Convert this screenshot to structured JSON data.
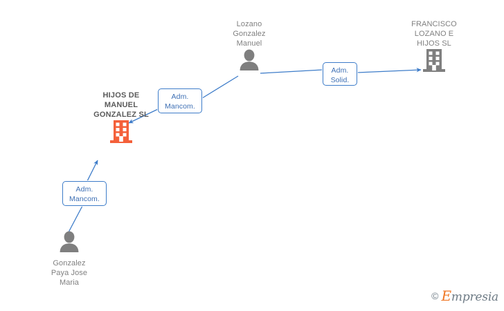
{
  "diagram": {
    "title": "HIJOS DE MANUEL GONZALEZ SL corporate relations chart",
    "colors": {
      "edge": "#3d7cc9",
      "relation_box_border": "#3d7cc9",
      "relation_box_text": "#3d6fb4",
      "node_text": "#808080",
      "primary_node_text": "#5a5a5a",
      "company_icon_primary": "#f4603a",
      "company_icon_secondary": "#7f7f7f",
      "person_icon": "#7f7f7f",
      "background": "#ffffff"
    },
    "nodes": [
      {
        "id": "lozano-gonzalez-manuel",
        "label": "Lozano\nGonzalez\nManuel",
        "icon": "person-icon",
        "type": "person",
        "label_position": "above"
      },
      {
        "id": "francisco-lozano-e-hijos-sl",
        "label": "FRANCISCO\nLOZANO E\nHIJOS SL",
        "icon": "company-building-icon",
        "type": "company",
        "label_position": "above"
      },
      {
        "id": "hijos-de-manuel-gonzalez-sl",
        "label": "HIJOS DE\nMANUEL\nGONZALEZ SL",
        "icon": "company-building-icon",
        "type": "company",
        "label_position": "above",
        "primary": true
      },
      {
        "id": "gonzalez-paya-jose-maria",
        "label": "Gonzalez\nPaya Jose\nMaria",
        "icon": "person-icon",
        "type": "person",
        "label_position": "below"
      }
    ],
    "relations": [
      {
        "id": "rel-mancom-top",
        "line1": "Adm.",
        "line2": "Mancom.",
        "from": "lozano-gonzalez-manuel",
        "to": "hijos-de-manuel-gonzalez-sl"
      },
      {
        "id": "rel-solid",
        "line1": "Adm.",
        "line2": "Solid.",
        "from": "lozano-gonzalez-manuel",
        "to": "francisco-lozano-e-hijos-sl"
      },
      {
        "id": "rel-mancom-bottom",
        "line1": "Adm.",
        "line2": "Mancom.",
        "from": "gonzalez-paya-jose-maria",
        "to": "hijos-de-manuel-gonzalez-sl"
      }
    ]
  },
  "watermark": {
    "copyright": "©",
    "brand_initial": "E",
    "brand_rest": "mpresia"
  }
}
